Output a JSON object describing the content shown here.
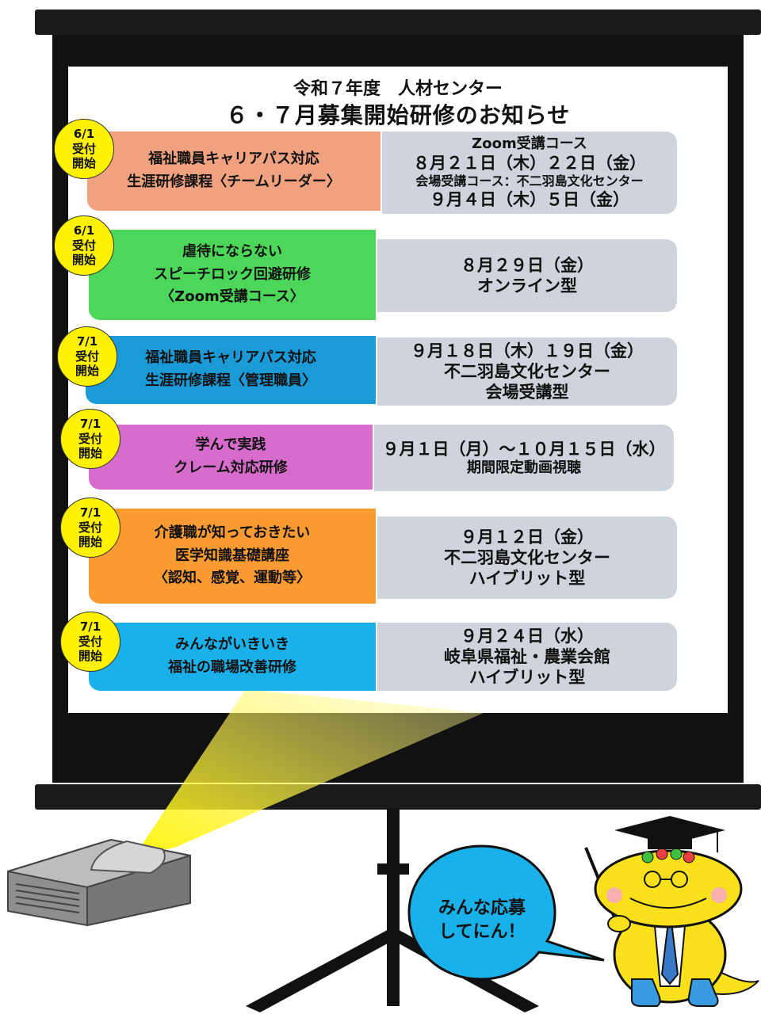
{
  "header": {
    "line1": "令和７年度　人材センター",
    "line2": "６・７月募集開始研修のお知らせ"
  },
  "courses": [
    {
      "badge": [
        "6/1",
        "受付",
        "開始"
      ],
      "title": [
        "福祉職員キャリアパス対応",
        "生涯研修課程〈チームリーダー〉"
      ],
      "details": [
        "Zoom受講コース",
        "８月２１日（木）２２日（金）",
        "会場受講コース：不二羽島文化センター",
        "９月４日（木）５日（金）"
      ],
      "color": "#f0a17f"
    },
    {
      "badge": [
        "6/1",
        "受付",
        "開始"
      ],
      "title": [
        "虐待にならない",
        "スピーチロック回避研修",
        "〈Zoom受講コース〉"
      ],
      "details": [
        "８月２９日（金）",
        "オンライン型"
      ],
      "color": "#4cd65a"
    },
    {
      "badge": [
        "7/1",
        "受付",
        "開始"
      ],
      "title": [
        "福祉職員キャリアパス対応",
        "生涯研修課程〈管理職員〉"
      ],
      "details": [
        "９月１８日（木）１９日（金）",
        "不二羽島文化センター",
        "会場受講型"
      ],
      "color": "#1a9ad6"
    },
    {
      "badge": [
        "7/1",
        "受付",
        "開始"
      ],
      "title": [
        "学んで実践",
        "クレーム対応研修"
      ],
      "details": [
        "９月１日（月）～１０月１５日（水）",
        "期間限定動画視聴"
      ],
      "color": "#d86ccc"
    },
    {
      "badge": [
        "7/1",
        "受付",
        "開始"
      ],
      "title": [
        "介護職が知っておきたい",
        "医学知識基礎講座",
        "〈認知、感覚、運動等〉"
      ],
      "details": [
        "９月１２日（金）",
        "不二羽島文化センター",
        "ハイブリット型"
      ],
      "color": "#f99a33"
    },
    {
      "badge": [
        "7/1",
        "受付",
        "開始"
      ],
      "title": [
        "みんながいきいき",
        "福祉の職場改善研修"
      ],
      "details": [
        "９月２４日（水）",
        "岐阜県福祉・農業会館",
        "ハイブリット型"
      ],
      "color": "#1ab0ea"
    }
  ],
  "mascot": {
    "speech": [
      "みんな応募",
      "してにん！"
    ]
  }
}
